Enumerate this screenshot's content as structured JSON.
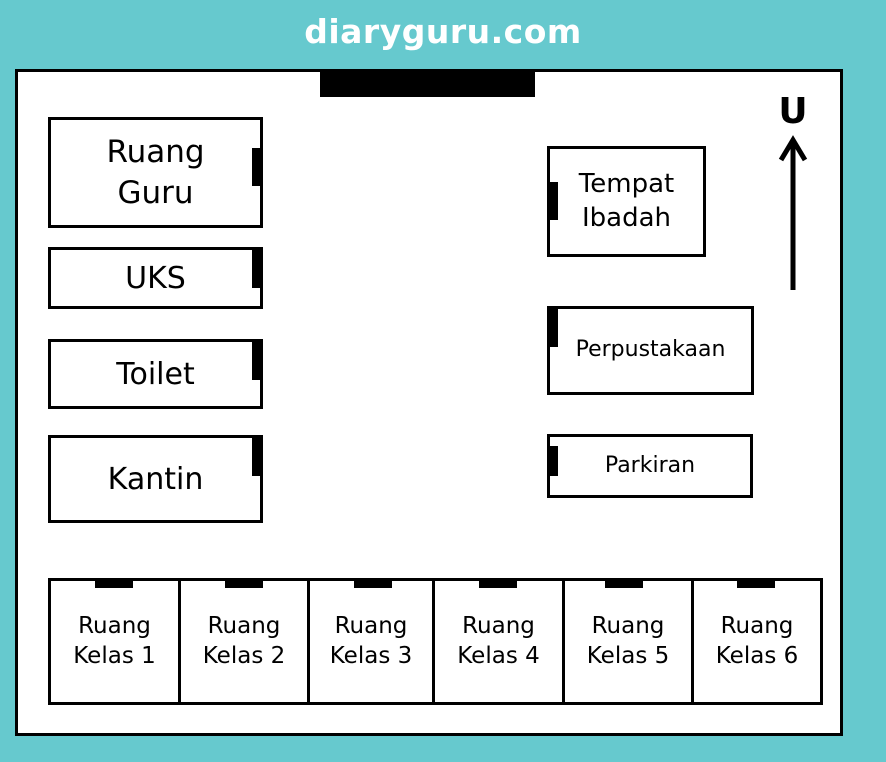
{
  "site": {
    "logo_text": "diaryguru.com"
  },
  "compass": {
    "north_label": "U"
  },
  "rooms": {
    "ruang_guru": "Ruang\nGuru",
    "uks": "UKS",
    "toilet": "Toilet",
    "kantin": "Kantin",
    "tempat_ibadah": "Tempat\nIbadah",
    "perpustakaan": "Perpustakaan",
    "parkiran": "Parkiran"
  },
  "classrooms": [
    "Ruang\nKelas 1",
    "Ruang\nKelas 2",
    "Ruang\nKelas 3",
    "Ruang\nKelas 4",
    "Ruang\nKelas 5",
    "Ruang\nKelas 6"
  ],
  "colors": {
    "background": "#66c9ce",
    "plan": "#ffffff",
    "ink": "#000000"
  }
}
